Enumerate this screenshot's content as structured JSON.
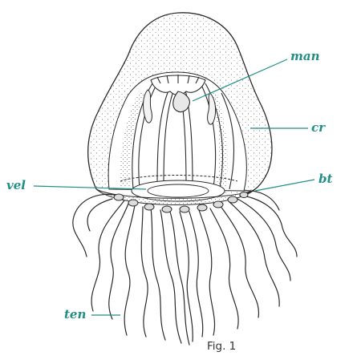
{
  "labels": {
    "man": "man",
    "cr": "cr",
    "bt": "bt",
    "vel": "vel",
    "ten": "ten"
  },
  "caption": "Fig. 1",
  "colors": {
    "label": "#1f8f86",
    "leader": "#1f8f86",
    "ink": "#2a2a2a",
    "caption": "#333333"
  }
}
